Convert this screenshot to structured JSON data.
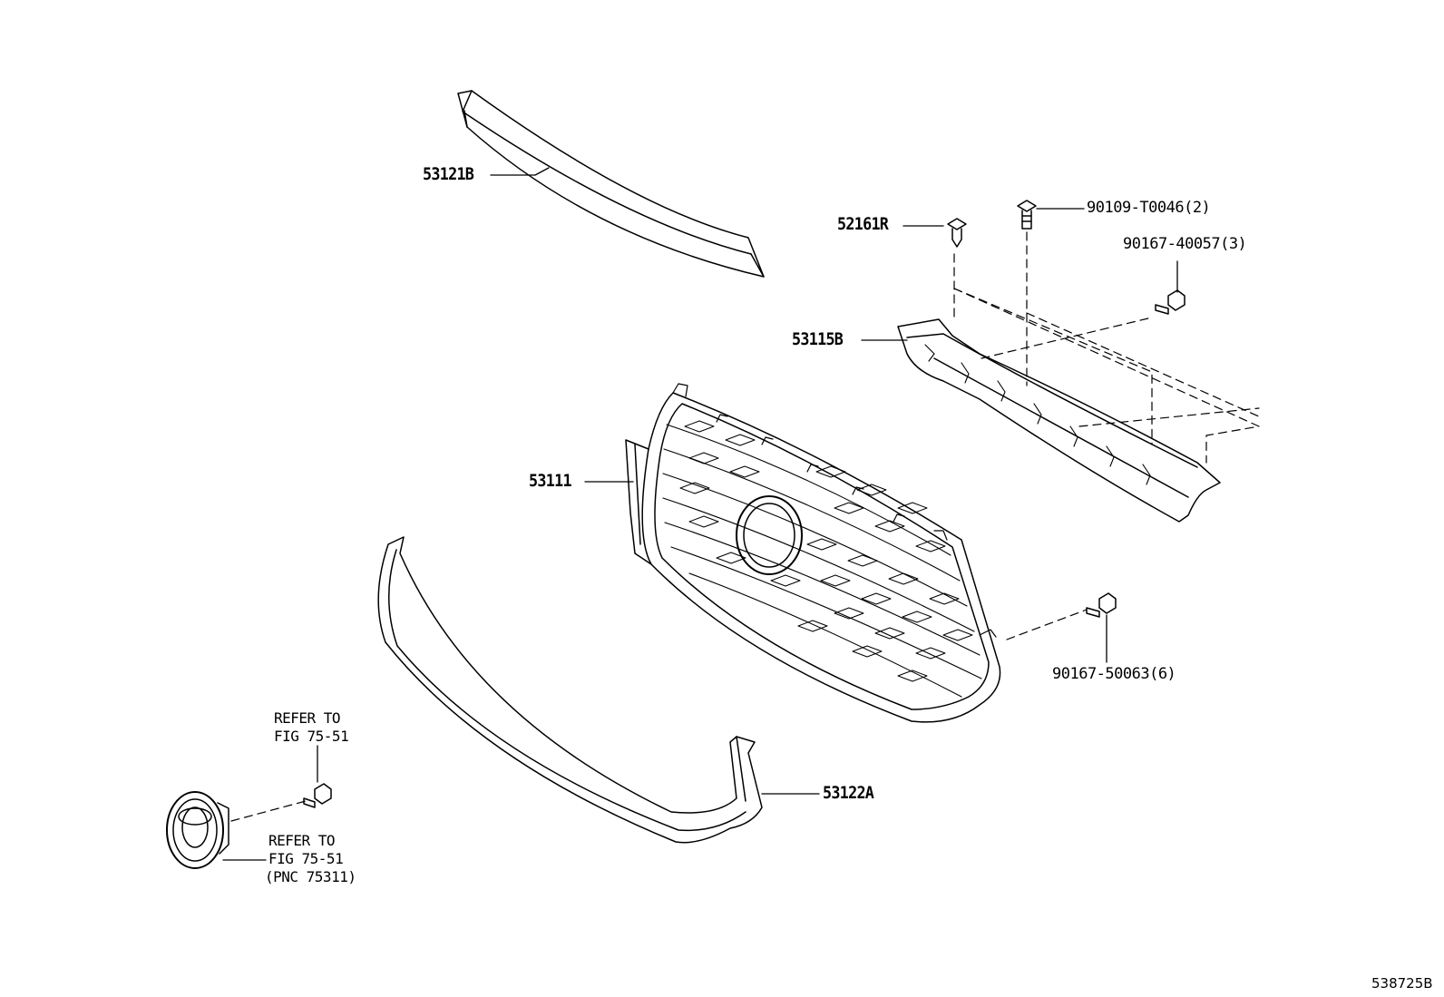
{
  "callouts": {
    "upper_molding": "53121B",
    "clip": "52161R",
    "bolt_upper": "90109-T0046(2)",
    "screw_upper": "90167-40057(3)",
    "retainer": "53115B",
    "radiator_grille": "53111",
    "screw_lower": "90167-50063(6)",
    "lower_molding": "53122A"
  },
  "notes": {
    "clip_ref": {
      "line1": "REFER TO",
      "line2": "FIG 75-51"
    },
    "emblem_ref": {
      "line1": "REFER TO",
      "line2": "FIG 75-51",
      "line3": "(PNC 75311)"
    }
  },
  "diagram_code": "538725B"
}
